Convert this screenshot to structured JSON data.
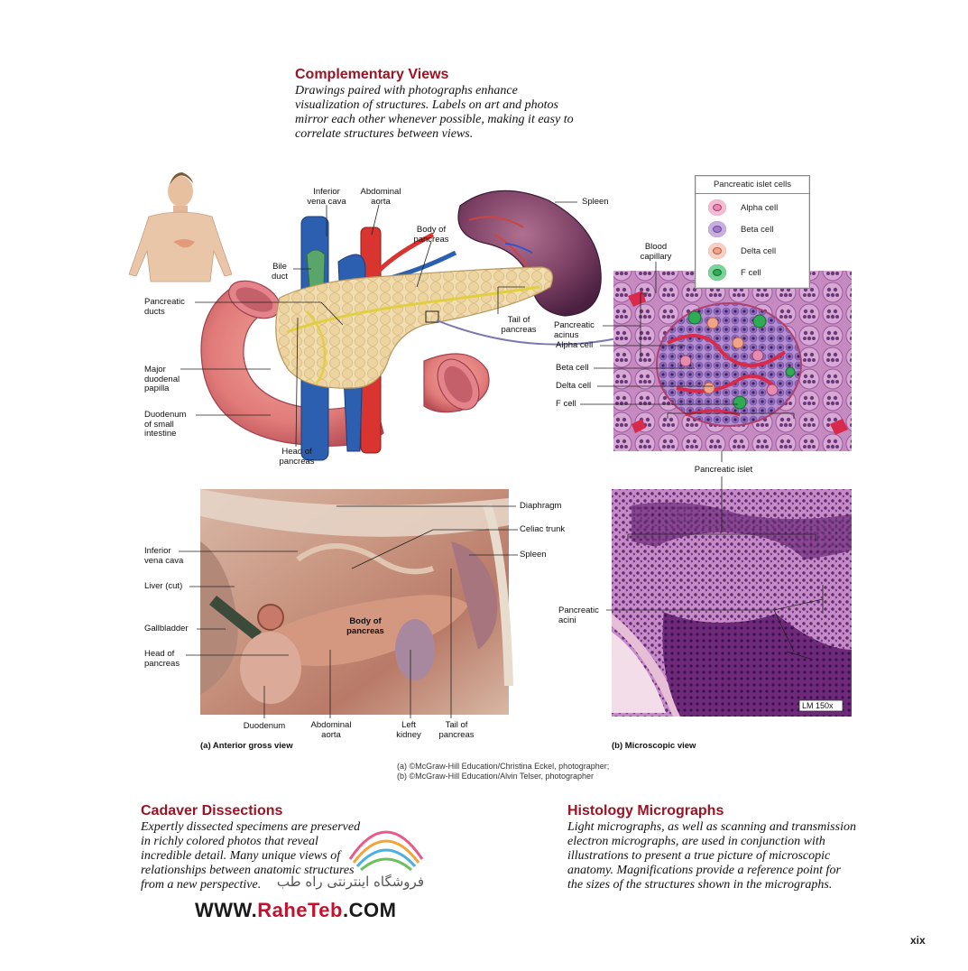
{
  "sections": {
    "complementary": {
      "heading": "Complementary Views",
      "lines": [
        "Drawings paired with photographs enhance",
        "visualization of structures. Labels on art and photos",
        "mirror each other whenever possible, making it easy to",
        "correlate structures between views."
      ]
    },
    "cadaver": {
      "heading": "Cadaver Dissections",
      "lines": [
        "Expertly dissected specimens are preserved",
        "in richly colored photos that reveal",
        "incredible detail. Many unique views of",
        "relationships between anatomic structures",
        "from a new perspective."
      ]
    },
    "histology": {
      "heading": "Histology Micrographs",
      "lines": [
        "Light micrographs, as well as scanning and transmission",
        "electron micrographs, are used in conjunction with",
        "illustrations to present a true picture of microscopic",
        "anatomy. Magnifications provide a reference point for",
        "the sizes of the structures shown in the micrographs."
      ]
    }
  },
  "drawing_labels": {
    "ivc": [
      "Inferior",
      "vena cava"
    ],
    "aorta": [
      "Abdominal",
      "aorta"
    ],
    "body": [
      "Body of",
      "pancreas"
    ],
    "spleen": "Spleen",
    "bile": [
      "Bile",
      "duct"
    ],
    "ducts": [
      "Pancreatic",
      "ducts"
    ],
    "papilla": [
      "Major",
      "duodenal",
      "papilla"
    ],
    "duodenum": [
      "Duodenum",
      "of small",
      "intestine"
    ],
    "head": [
      "Head of",
      "pancreas"
    ],
    "tail": [
      "Tail of",
      "pancreas"
    ]
  },
  "islet_labels": {
    "capillary": [
      "Blood",
      "capillary"
    ],
    "acinus": [
      "Pancreatic",
      "acinus"
    ],
    "alpha": "Alpha cell",
    "beta": "Beta cell",
    "delta": "Delta cell",
    "f": "F cell",
    "islet": "Pancreatic islet"
  },
  "legend": {
    "title": "Pancreatic islet cells",
    "items": [
      {
        "label": "Alpha cell",
        "color": "#e58bb0"
      },
      {
        "label": "Beta cell",
        "color": "#a27bc4"
      },
      {
        "label": "Delta cell",
        "color": "#f0a48a"
      },
      {
        "label": "F cell",
        "color": "#2faa55"
      }
    ]
  },
  "photo_labels": {
    "diaphragm": "Diaphragm",
    "celiac": "Celiac trunk",
    "spleen": "Spleen",
    "ivc": [
      "Inferior",
      "vena cava"
    ],
    "liver": "Liver (cut)",
    "gallbladder": "Gallbladder",
    "head": [
      "Head of",
      "pancreas"
    ],
    "body": [
      "Body of",
      "pancreas"
    ],
    "duodenum": "Duodenum",
    "aorta": [
      "Abdominal",
      "aorta"
    ],
    "kidney": [
      "Left",
      "kidney"
    ],
    "tail": [
      "Tail of",
      "pancreas"
    ]
  },
  "micro_labels": {
    "acini": [
      "Pancreatic",
      "acini"
    ],
    "mag": "LM 150x"
  },
  "captions": {
    "a": "(a) Anterior gross view",
    "b": "(b) Microscopic view"
  },
  "credits": [
    "(a) ©McGraw-Hill Education/Christina Eckel, photographer;",
    "(b) ©McGraw-Hill Education/Alvin Telser, photographer"
  ],
  "watermark": {
    "url_prefix": "WWW.",
    "url_brand": "RaheTeb",
    "url_suffix": ".COM",
    "persian": "فروشگاه اینترنتی راه طب"
  },
  "page_number": "xix"
}
